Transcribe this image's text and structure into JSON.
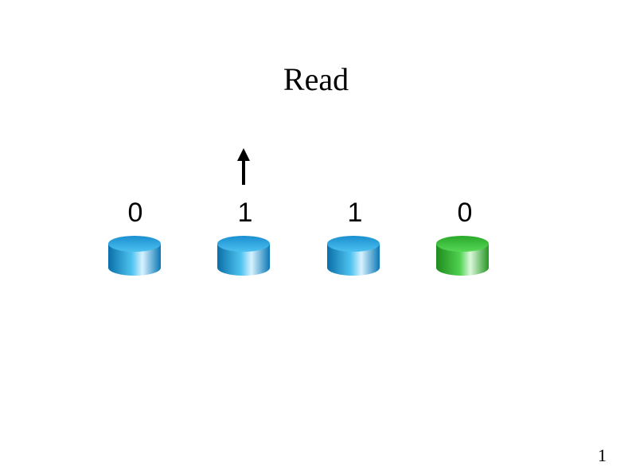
{
  "slide": {
    "title": "Read",
    "page_number": "1"
  },
  "registers": [
    {
      "value": "0",
      "color": "#1f9fdc",
      "state": "normal"
    },
    {
      "value": "1",
      "color": "#1f9fdc",
      "state": "read"
    },
    {
      "value": "1",
      "color": "#1f9fdc",
      "state": "normal"
    },
    {
      "value": "0",
      "color": "#3cbf3c",
      "state": "highlighted"
    }
  ],
  "icons": {
    "read_pointer": "arrow-up-icon"
  }
}
